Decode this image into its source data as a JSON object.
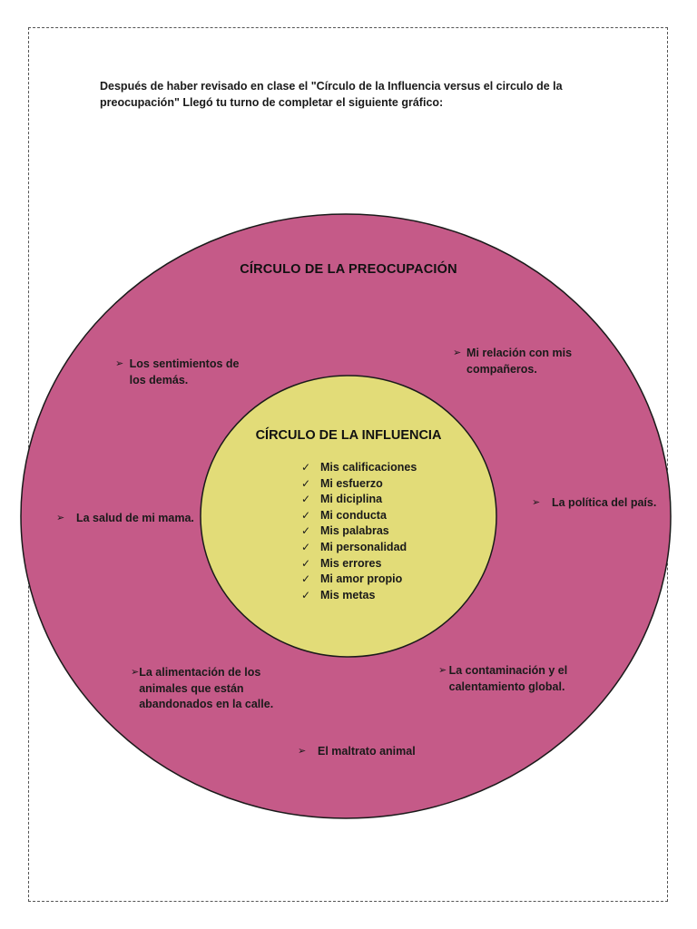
{
  "intro_text": "Después de haber revisado en clase el \"Círculo de la Influencia versus el circulo de la preocupación\" Llegó tu turno de completar el siguiente gráfico:",
  "outer_circle": {
    "title": "CÍRCULO DE LA PREOCUPACIÓN",
    "color": "#C55A88",
    "items": [
      {
        "id": "sentimientos",
        "text": "Los sentimientos de los demás."
      },
      {
        "id": "relacion",
        "text": "Mi relación con mis compañeros."
      },
      {
        "id": "salud",
        "text": "La salud de mi mama."
      },
      {
        "id": "politica",
        "text": "La política del país."
      },
      {
        "id": "alimentacion",
        "text": "La alimentación de los animales que están abandonados en la calle."
      },
      {
        "id": "contaminacion",
        "text": "La contaminación y el calentamiento global."
      },
      {
        "id": "maltrato",
        "text": "El maltrato animal"
      }
    ]
  },
  "inner_circle": {
    "title": "CÍRCULO DE LA INFLUENCIA",
    "color": "#E2DC78",
    "items": [
      "Mis calificaciones",
      "Mi esfuerzo",
      "Mi diciplina",
      "Mi conducta",
      "Mis palabras",
      "Mi personalidad",
      "Mis errores",
      "Mi amor propio",
      "Mis metas"
    ]
  },
  "icons": {
    "bullet": "arrowhead-icon",
    "check": "checkmark-icon"
  }
}
